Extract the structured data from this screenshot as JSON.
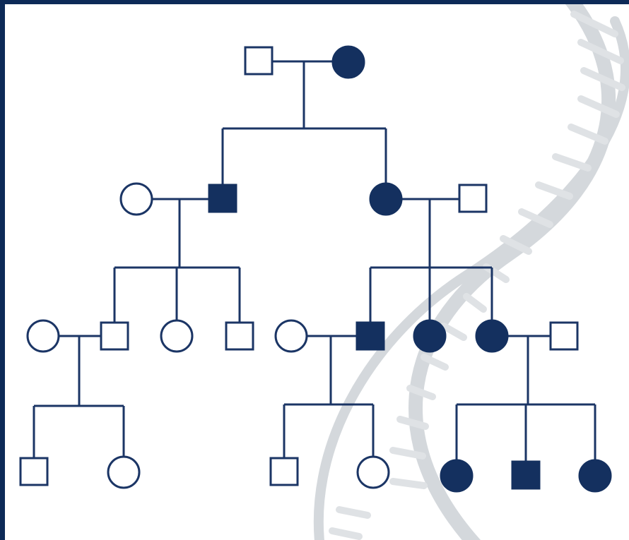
{
  "diagram": {
    "type": "pedigree",
    "colors": {
      "frame": "#0d2a57",
      "line": "#1b3565",
      "affected_fill": "#14305f",
      "unaffected_fill": "#ffffff",
      "watermark": "#d4d8dc"
    },
    "watermark_icon": "dna-helix",
    "generations": 4,
    "individuals": [
      {
        "id": "g1-father",
        "generation": 1,
        "sex": "male",
        "affected": false
      },
      {
        "id": "g1-mother",
        "generation": 1,
        "sex": "female",
        "affected": true
      },
      {
        "id": "g2-wife-left",
        "generation": 2,
        "sex": "female",
        "affected": false
      },
      {
        "id": "g2-son",
        "generation": 2,
        "sex": "male",
        "affected": true
      },
      {
        "id": "g2-daughter",
        "generation": 2,
        "sex": "female",
        "affected": true
      },
      {
        "id": "g2-husband-right",
        "generation": 2,
        "sex": "male",
        "affected": false
      },
      {
        "id": "g3-wife-a",
        "generation": 3,
        "sex": "female",
        "affected": false
      },
      {
        "id": "g3-son-a",
        "generation": 3,
        "sex": "male",
        "affected": false
      },
      {
        "id": "g3-daughter-b",
        "generation": 3,
        "sex": "female",
        "affected": false
      },
      {
        "id": "g3-son-c",
        "generation": 3,
        "sex": "male",
        "affected": false
      },
      {
        "id": "g3-wife-d",
        "generation": 3,
        "sex": "female",
        "affected": false
      },
      {
        "id": "g3-son-d",
        "generation": 3,
        "sex": "male",
        "affected": true
      },
      {
        "id": "g3-daughter-e",
        "generation": 3,
        "sex": "female",
        "affected": true
      },
      {
        "id": "g3-daughter-f",
        "generation": 3,
        "sex": "female",
        "affected": true
      },
      {
        "id": "g3-husband-f",
        "generation": 3,
        "sex": "male",
        "affected": false
      },
      {
        "id": "g4-son-a1",
        "generation": 4,
        "sex": "male",
        "affected": false
      },
      {
        "id": "g4-daughter-a2",
        "generation": 4,
        "sex": "female",
        "affected": false
      },
      {
        "id": "g4-son-d1",
        "generation": 4,
        "sex": "male",
        "affected": false
      },
      {
        "id": "g4-daughter-d2",
        "generation": 4,
        "sex": "female",
        "affected": false
      },
      {
        "id": "g4-daughter-f1",
        "generation": 4,
        "sex": "female",
        "affected": true
      },
      {
        "id": "g4-son-f2",
        "generation": 4,
        "sex": "male",
        "affected": true
      },
      {
        "id": "g4-daughter-f3",
        "generation": 4,
        "sex": "female",
        "affected": true
      }
    ],
    "couples": [
      {
        "id": "c1",
        "partners": [
          "g1-father",
          "g1-mother"
        ],
        "children": [
          "g2-son",
          "g2-daughter"
        ]
      },
      {
        "id": "c2",
        "partners": [
          "g2-wife-left",
          "g2-son"
        ],
        "children": [
          "g3-son-a",
          "g3-daughter-b",
          "g3-son-c"
        ]
      },
      {
        "id": "c3",
        "partners": [
          "g2-daughter",
          "g2-husband-right"
        ],
        "children": [
          "g3-son-d",
          "g3-daughter-e",
          "g3-daughter-f"
        ]
      },
      {
        "id": "c4",
        "partners": [
          "g3-wife-a",
          "g3-son-a"
        ],
        "children": [
          "g4-son-a1",
          "g4-daughter-a2"
        ]
      },
      {
        "id": "c5",
        "partners": [
          "g3-wife-d",
          "g3-son-d"
        ],
        "children": [
          "g4-son-d1",
          "g4-daughter-d2"
        ]
      },
      {
        "id": "c6",
        "partners": [
          "g3-daughter-f",
          "g3-husband-f"
        ],
        "children": [
          "g4-daughter-f1",
          "g4-son-f2",
          "g4-daughter-f3"
        ]
      }
    ]
  }
}
